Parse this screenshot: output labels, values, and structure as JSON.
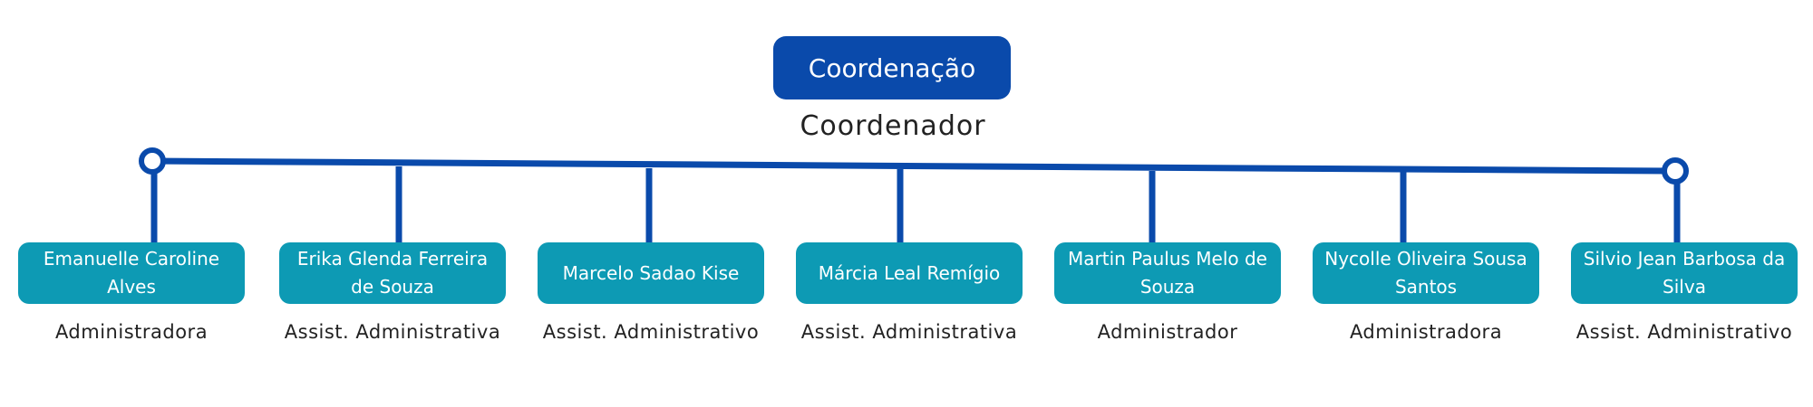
{
  "coordination": {
    "title": "Coordenação",
    "role": "Coordenador"
  },
  "members": [
    {
      "name": "Emanuelle Caroline Alves",
      "role": "Administradora"
    },
    {
      "name": "Erika Glenda Ferreira de Souza",
      "role": "Assist. Administrativa"
    },
    {
      "name": "Marcelo Sadao Kise",
      "role": "Assist. Administrativo"
    },
    {
      "name": "Márcia Leal Remígio",
      "role": "Assist. Administrativa"
    },
    {
      "name": "Martin Paulus Melo de Souza",
      "role": "Administrador"
    },
    {
      "name": "Nycolle Oliveira  Sousa Santos",
      "role": "Administradora"
    },
    {
      "name": "Silvio Jean Barbosa da Silva",
      "role": "Assist. Administrativo"
    }
  ],
  "colors": {
    "coordination_box": "#0a4aab",
    "member_box": "#0d9ab4",
    "connector": "#0a4aab"
  }
}
